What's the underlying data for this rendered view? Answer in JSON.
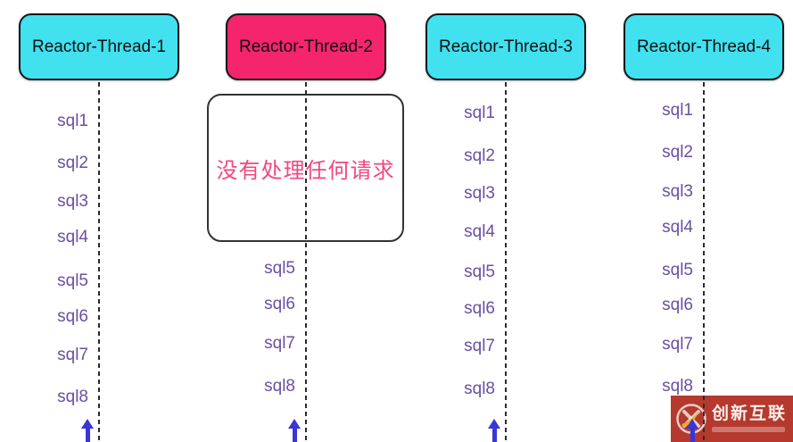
{
  "diagram": {
    "threads": [
      {
        "label": "Reactor-Thread-1",
        "header_color": "#41E1EF",
        "tasks": [
          "sql1",
          "sql2",
          "sql3",
          "sql4",
          "sql5",
          "sql6",
          "sql7",
          "sql8"
        ]
      },
      {
        "label": "Reactor-Thread-2",
        "header_color": "#F4246D",
        "note": "没有处理任何请求",
        "tasks": [
          "sql5",
          "sql6",
          "sql7",
          "sql8"
        ]
      },
      {
        "label": "Reactor-Thread-3",
        "header_color": "#41E1EF",
        "tasks": [
          "sql1",
          "sql2",
          "sql3",
          "sql4",
          "sql5",
          "sql6",
          "sql7",
          "sql8"
        ]
      },
      {
        "label": "Reactor-Thread-4",
        "header_color": "#41E1EF",
        "tasks": [
          "sql1",
          "sql2",
          "sql3",
          "sql4",
          "sql5",
          "sql6",
          "sql7",
          "sql8"
        ]
      }
    ],
    "colors": {
      "header_cyan": "#41E1EF",
      "header_pink": "#F4246D",
      "task_text": "#6950A3",
      "note_text": "#F2477F",
      "arrow_blue": "#3936D5",
      "lifeline": "#2B2B2B"
    }
  },
  "watermark": {
    "brand": "创新互联",
    "background": "#B5392D",
    "swoosh_color": "#F5A623"
  }
}
